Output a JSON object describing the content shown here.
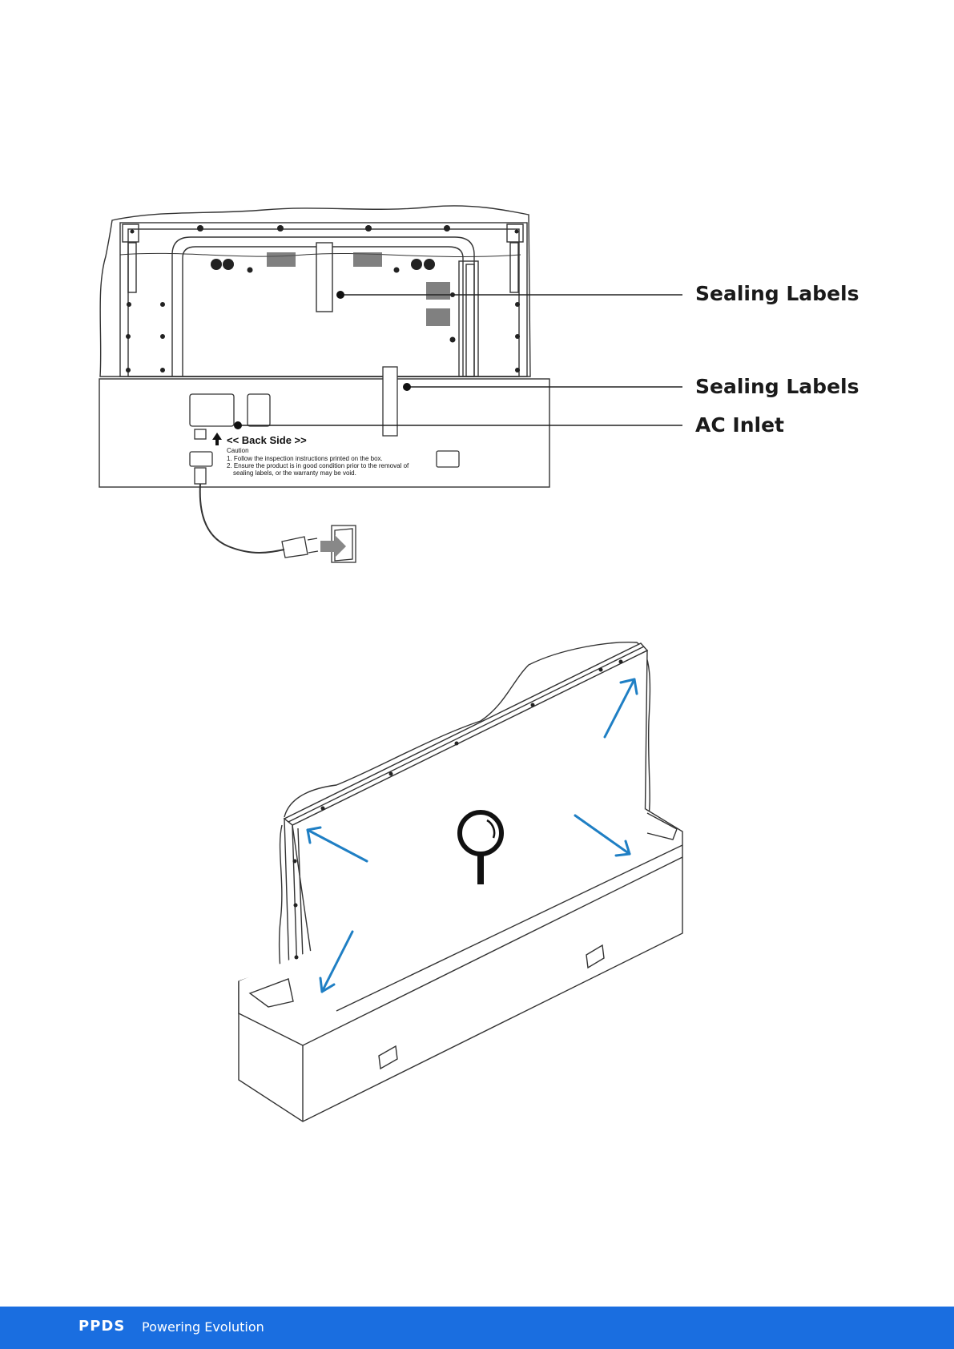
{
  "callouts": {
    "sealing_labels_top": "Sealing Labels",
    "sealing_labels_bottom": "Sealing Labels",
    "ac_inlet": "AC Inlet"
  },
  "carton": {
    "back_side": "<< Back Side >>",
    "caution_title": "Caution",
    "caution_1": "1. Follow the inspection instructions printed on the box.",
    "caution_2a": "2. Ensure the product is in good condition prior to the removal of",
    "caution_2b": "sealing labels, or the warranty may be void."
  },
  "footer": {
    "brand": "PPDS",
    "tagline": "Powering Evolution"
  },
  "colors": {
    "footer_bg": "#1a6ee0",
    "arrow_blue": "#1f7fc4",
    "line": "#333333"
  },
  "icons": {
    "inspection": "magnifier-icon",
    "power": "plug-icon"
  }
}
